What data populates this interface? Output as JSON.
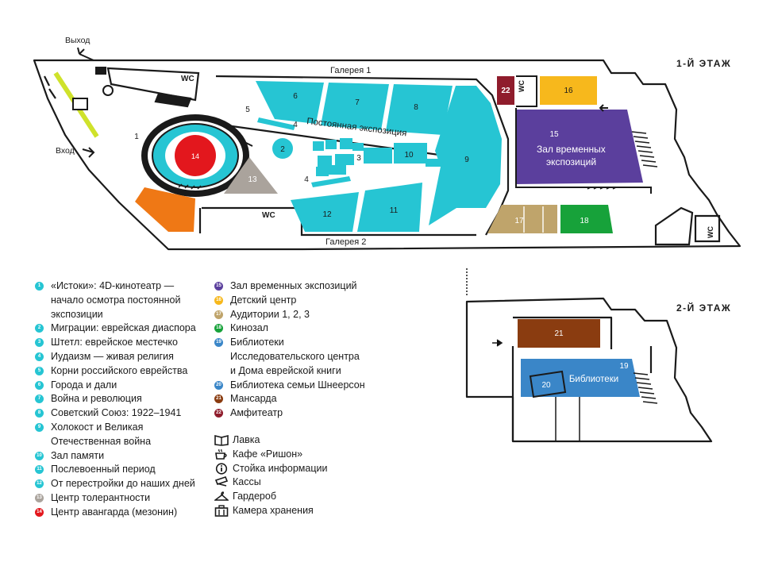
{
  "floors": {
    "first": "1-Й ЭТАЖ",
    "second": "2-Й ЭТАЖ"
  },
  "labels": {
    "exit": "Выход",
    "entrance": "Вход",
    "gallery1": "Галерея 1",
    "gallery2": "Галерея 2",
    "permanent": "Постоянная экспозиция",
    "temporary_line1": "Зал временных",
    "temporary_line2": "экспозиций",
    "libraries": "Библиотеки",
    "wc": "WC"
  },
  "zone_numbers": [
    "1",
    "2",
    "3",
    "4",
    "5",
    "6",
    "7",
    "8",
    "9",
    "10",
    "11",
    "12",
    "13",
    "14",
    "15",
    "16",
    "17",
    "18",
    "19",
    "20",
    "21",
    "22"
  ],
  "colors": {
    "teal": "#26c5d3",
    "grey": "#aaa39c",
    "red": "#e3171d",
    "purple": "#5b3f9d",
    "yellow": "#f7b81c",
    "tan": "#bfa46b",
    "green": "#17a23a",
    "blue": "#3a86c8",
    "brown": "#8a3c10",
    "maroon": "#8f1c2c",
    "orange": "#ef7815",
    "lime": "#cfe22b"
  },
  "legend": {
    "left": [
      {
        "num": "1",
        "color": "#26c5d3",
        "lines": [
          "«Истоки»: 4D-кинотеатр —",
          "начало осмотра постоянной",
          "экспозиции"
        ]
      },
      {
        "num": "2",
        "color": "#26c5d3",
        "lines": [
          "Миграции: еврейская диаспора"
        ]
      },
      {
        "num": "3",
        "color": "#26c5d3",
        "lines": [
          "Штетл: еврейское местечко"
        ]
      },
      {
        "num": "4",
        "color": "#26c5d3",
        "lines": [
          "Иудаизм — живая религия"
        ]
      },
      {
        "num": "5",
        "color": "#26c5d3",
        "lines": [
          "Корни российского еврейства"
        ]
      },
      {
        "num": "6",
        "color": "#26c5d3",
        "lines": [
          "Города и дали"
        ]
      },
      {
        "num": "7",
        "color": "#26c5d3",
        "lines": [
          "Война и революция"
        ]
      },
      {
        "num": "8",
        "color": "#26c5d3",
        "lines": [
          "Советский Союз: 1922–1941"
        ]
      },
      {
        "num": "9",
        "color": "#26c5d3",
        "lines": [
          "Холокост и Великая",
          "Отечественная война"
        ]
      },
      {
        "num": "10",
        "color": "#26c5d3",
        "lines": [
          "Зал памяти"
        ]
      },
      {
        "num": "11",
        "color": "#26c5d3",
        "lines": [
          "Послевоенный период"
        ]
      },
      {
        "num": "12",
        "color": "#26c5d3",
        "lines": [
          "От перестройки до наших дней"
        ]
      },
      {
        "num": "13",
        "color": "#aaa39c",
        "lines": [
          "Центр толерантности"
        ]
      },
      {
        "num": "14",
        "color": "#e3171d",
        "lines": [
          "Центр авангарда (мезонин)"
        ]
      }
    ],
    "right": [
      {
        "num": "15",
        "color": "#5b3f9d",
        "lines": [
          "Зал временных экспозиций"
        ]
      },
      {
        "num": "16",
        "color": "#f7b81c",
        "lines": [
          "Детский центр"
        ]
      },
      {
        "num": "17",
        "color": "#bfa46b",
        "lines": [
          "Аудитории 1, 2, 3"
        ]
      },
      {
        "num": "18",
        "color": "#17a23a",
        "lines": [
          "Кинозал"
        ]
      },
      {
        "num": "19",
        "color": "#3a86c8",
        "lines": [
          "Библиотеки",
          "Исследовательского центра",
          "и Дома еврейской книги"
        ]
      },
      {
        "num": "20",
        "color": "#3a86c8",
        "lines": [
          "Библиотека семьи Шнеерсон"
        ]
      },
      {
        "num": "21",
        "color": "#8a3c10",
        "lines": [
          "Мансарда"
        ]
      },
      {
        "num": "22",
        "color": "#8f1c2c",
        "lines": [
          "Амфитеатр"
        ]
      }
    ],
    "services": [
      {
        "icon": "book-shop-icon",
        "label": "Лавка"
      },
      {
        "icon": "coffee-cup-icon",
        "label": "Кафе «Ришон»"
      },
      {
        "icon": "info-icon",
        "label": "Стойка информации"
      },
      {
        "icon": "ticket-icon",
        "label": "Кассы"
      },
      {
        "icon": "hanger-icon",
        "label": "Гардероб"
      },
      {
        "icon": "luggage-icon",
        "label": "Камера хранения"
      }
    ]
  }
}
